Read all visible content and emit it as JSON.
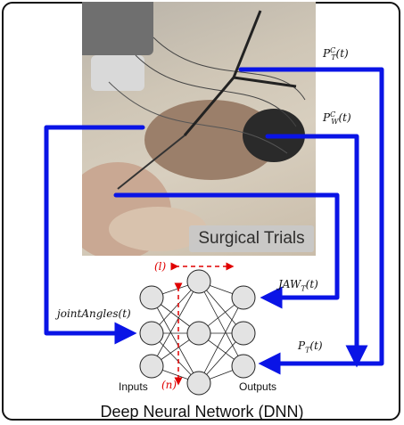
{
  "photo": {
    "label": "Surgical Trials"
  },
  "signals": {
    "tool_pose": "P",
    "tool_pose_sup": "C",
    "tool_pose_sub": "T",
    "tool_pose_arg": "(t)",
    "wrist_pose": "P",
    "wrist_pose_sup": "C",
    "wrist_pose_sub": "W",
    "wrist_pose_arg": "(t)",
    "jaw": "JAW",
    "jaw_sub": "T",
    "jaw_arg": "(t)",
    "joint_angles": "jointAngles(t)",
    "tool_pos": "P",
    "tool_pos_sub": "T",
    "tool_pos_arg": "(t)"
  },
  "network": {
    "layer_label": "(l)",
    "neuron_label": "(n)",
    "inputs_label": "Inputs",
    "outputs_label": "Outputs"
  },
  "caption": "Deep Neural Network (DNN)",
  "colors": {
    "arrow": "#0a14e6",
    "annotation": "#e00000",
    "neuron_fill": "#e3e3e3"
  }
}
